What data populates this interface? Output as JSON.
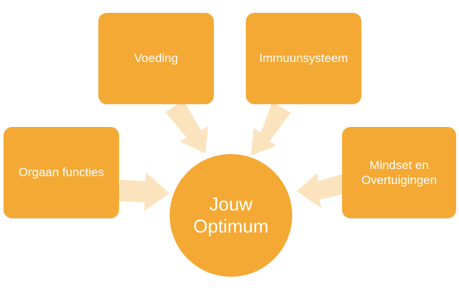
{
  "diagram": {
    "center": {
      "line1": "Jouw",
      "line2": "Optimum"
    },
    "nodes": [
      {
        "label": "Voeding"
      },
      {
        "label": "Immuunsysteem"
      },
      {
        "label": "Orgaan functies"
      },
      {
        "label": "Mindset en Overtuigingen"
      }
    ]
  },
  "colors": {
    "node_fill": "#f4a934",
    "arrow_fill": "#fbe3bd",
    "text": "#ffffff"
  }
}
